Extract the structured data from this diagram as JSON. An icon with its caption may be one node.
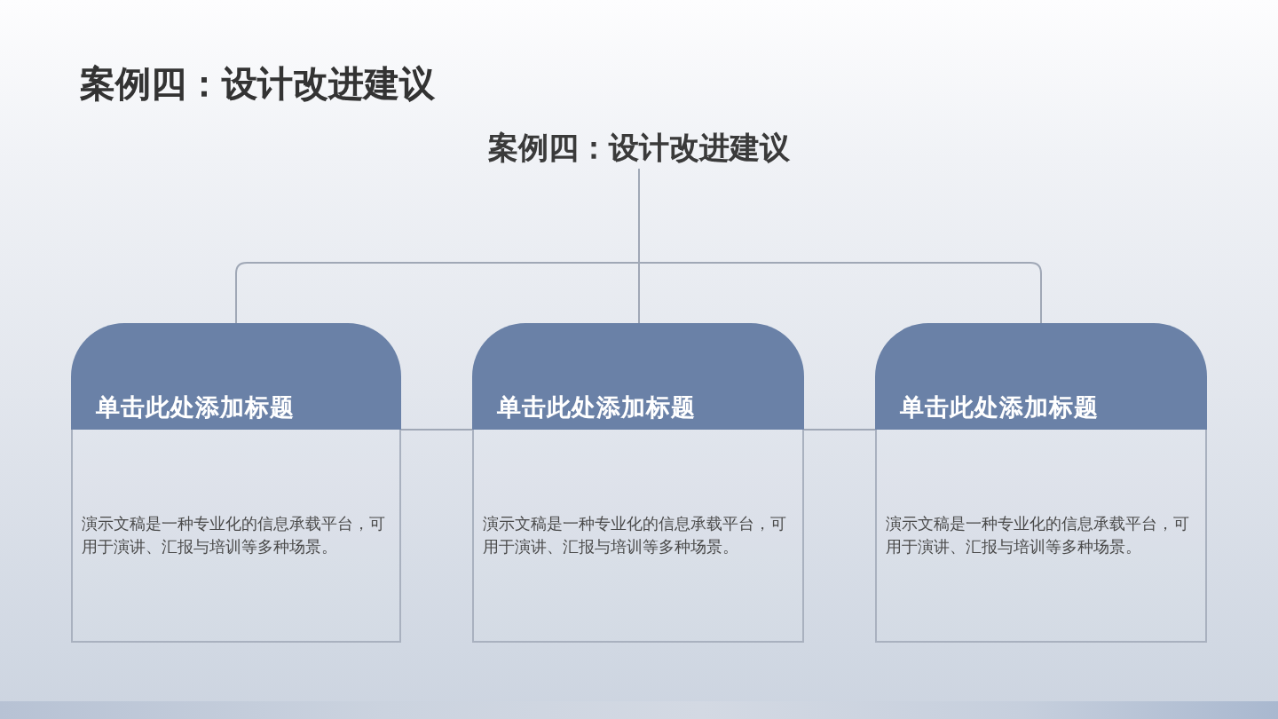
{
  "diagram": {
    "title": "案例四：设计改进建议",
    "nodes": [
      {
        "text": [
          "案例四：设计改进建议"
        ]
      },
      {
        "text": [
          "单击此处添加标题",
          "演示文稿是一种专业化的信息承载平台，可用于演讲、汇报与培训等多种场景。"
        ]
      },
      {
        "text": [
          "单击此处添加标题",
          "演示文稿是一种专业化的信息承载平台，可用于演讲、汇报与培训等多种场景。"
        ]
      },
      {
        "text": [
          "单击此处添加标题",
          "演示文稿是一种专业化的信息承载平台，可用于演讲、汇报与培训等多种场景。"
        ]
      }
    ],
    "edges": [
      {
        "from": 0,
        "to": 1,
        "arrow": "none"
      },
      {
        "from": 0,
        "to": 2,
        "arrow": "none"
      },
      {
        "from": 0,
        "to": 3,
        "arrow": "none"
      },
      {
        "from": 1,
        "to": 2,
        "arrow": "none"
      },
      {
        "from": 2,
        "to": 3,
        "arrow": "none"
      }
    ]
  }
}
